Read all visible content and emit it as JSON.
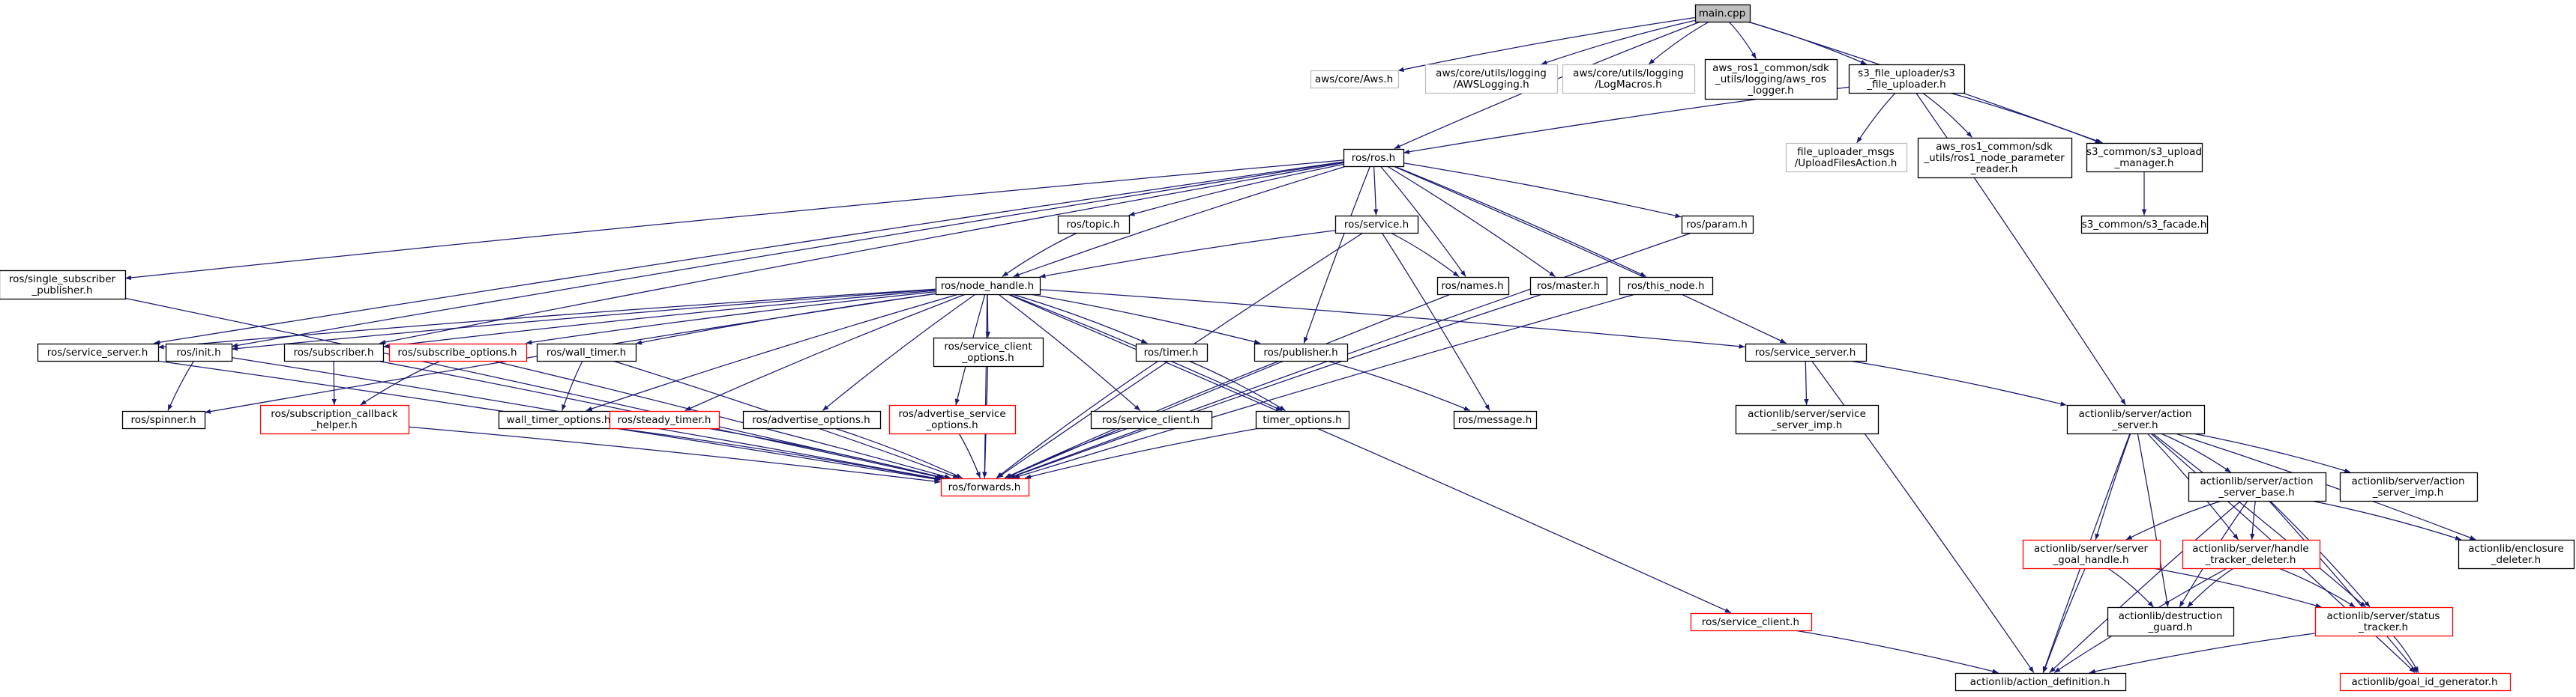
{
  "colors": {
    "edge": "#191970",
    "border_normal": "#000000",
    "border_missing": "#bfbfbf",
    "border_truncated": "#ff0000",
    "root_fill": "#bfbfbf",
    "text_normal": "#000000",
    "text_missing": "#000000"
  },
  "nodes": [
    {
      "id": "main",
      "lines": [
        "main.cpp"
      ],
      "kind": "root"
    },
    {
      "id": "aws_core",
      "lines": [
        "aws/core/Aws.h"
      ],
      "kind": "missing"
    },
    {
      "id": "aws_logging",
      "lines": [
        "aws/core/utils/logging",
        "/AWSLogging.h"
      ],
      "kind": "missing"
    },
    {
      "id": "aws_logmacros",
      "lines": [
        "aws/core/utils/logging",
        "/LogMacros.h"
      ],
      "kind": "missing"
    },
    {
      "id": "aws_ros_logger",
      "lines": [
        "aws_ros1_common/sdk",
        "_utils/logging/aws_ros",
        "_logger.h"
      ],
      "kind": "normal"
    },
    {
      "id": "s3_file_uploader",
      "lines": [
        "s3_file_uploader/s3",
        "_file_uploader.h"
      ],
      "kind": "normal"
    },
    {
      "id": "ros_ros",
      "lines": [
        "ros/ros.h"
      ],
      "kind": "normal"
    },
    {
      "id": "upload_files_action",
      "lines": [
        "file_uploader_msgs",
        "/UploadFilesAction.h"
      ],
      "kind": "missing"
    },
    {
      "id": "param_reader",
      "lines": [
        "aws_ros1_common/sdk",
        "_utils/ros1_node_parameter",
        "_reader.h"
      ],
      "kind": "normal"
    },
    {
      "id": "s3_upload_manager",
      "lines": [
        "s3_common/s3_upload",
        "_manager.h"
      ],
      "kind": "normal"
    },
    {
      "id": "s3_facade",
      "lines": [
        "s3_common/s3_facade.h"
      ],
      "kind": "normal"
    },
    {
      "id": "single_sub_pub",
      "lines": [
        "ros/single_subscriber",
        "_publisher.h"
      ],
      "kind": "normal"
    },
    {
      "id": "ros_topic",
      "lines": [
        "ros/topic.h"
      ],
      "kind": "normal"
    },
    {
      "id": "ros_service",
      "lines": [
        "ros/service.h"
      ],
      "kind": "normal"
    },
    {
      "id": "ros_param",
      "lines": [
        "ros/param.h"
      ],
      "kind": "normal"
    },
    {
      "id": "ros_node_handle",
      "lines": [
        "ros/node_handle.h"
      ],
      "kind": "normal"
    },
    {
      "id": "ros_names",
      "lines": [
        "ros/names.h"
      ],
      "kind": "normal"
    },
    {
      "id": "ros_master",
      "lines": [
        "ros/master.h"
      ],
      "kind": "normal"
    },
    {
      "id": "ros_this_node",
      "lines": [
        "ros/this_node.h"
      ],
      "kind": "normal"
    },
    {
      "id": "ros_service_server_l",
      "lines": [
        "ros/service_server.h"
      ],
      "kind": "normal"
    },
    {
      "id": "ros_init",
      "lines": [
        "ros/init.h"
      ],
      "kind": "normal"
    },
    {
      "id": "ros_subscriber",
      "lines": [
        "ros/subscriber.h"
      ],
      "kind": "normal"
    },
    {
      "id": "ros_subscribe_options",
      "lines": [
        "ros/subscribe_options.h"
      ],
      "kind": "truncated"
    },
    {
      "id": "ros_wall_timer",
      "lines": [
        "ros/wall_timer.h"
      ],
      "kind": "normal"
    },
    {
      "id": "ros_service_client_options",
      "lines": [
        "ros/service_client",
        "_options.h"
      ],
      "kind": "normal"
    },
    {
      "id": "ros_timer",
      "lines": [
        "ros/timer.h"
      ],
      "kind": "normal"
    },
    {
      "id": "ros_publisher",
      "lines": [
        "ros/publisher.h"
      ],
      "kind": "normal"
    },
    {
      "id": "ros_service_server_r",
      "lines": [
        "ros/service_server.h"
      ],
      "kind": "normal"
    },
    {
      "id": "ros_spinner",
      "lines": [
        "ros/spinner.h"
      ],
      "kind": "normal"
    },
    {
      "id": "ros_sub_cb_helper",
      "lines": [
        "ros/subscription_callback",
        "_helper.h"
      ],
      "kind": "truncated"
    },
    {
      "id": "wall_timer_options",
      "lines": [
        "wall_timer_options.h"
      ],
      "kind": "normal"
    },
    {
      "id": "ros_steady_timer",
      "lines": [
        "ros/steady_timer.h"
      ],
      "kind": "truncated"
    },
    {
      "id": "ros_advertise_options",
      "lines": [
        "ros/advertise_options.h"
      ],
      "kind": "normal"
    },
    {
      "id": "ros_advertise_service_options",
      "lines": [
        "ros/advertise_service",
        "_options.h"
      ],
      "kind": "truncated"
    },
    {
      "id": "ros_service_client_h",
      "lines": [
        "ros/service_client.h"
      ],
      "kind": "normal"
    },
    {
      "id": "timer_options",
      "lines": [
        "timer_options.h"
      ],
      "kind": "normal"
    },
    {
      "id": "ros_message",
      "lines": [
        "ros/message.h"
      ],
      "kind": "normal"
    },
    {
      "id": "service_server_imp",
      "lines": [
        "actionlib/server/service",
        "_server_imp.h"
      ],
      "kind": "normal"
    },
    {
      "id": "ros_forwards",
      "lines": [
        "ros/forwards.h"
      ],
      "kind": "truncated"
    },
    {
      "id": "action_server",
      "lines": [
        "actionlib/server/action",
        "_server.h"
      ],
      "kind": "normal"
    },
    {
      "id": "action_server_base",
      "lines": [
        "actionlib/server/action",
        "_server_base.h"
      ],
      "kind": "normal"
    },
    {
      "id": "action_server_imp",
      "lines": [
        "actionlib/server/action",
        "_server_imp.h"
      ],
      "kind": "normal"
    },
    {
      "id": "server_goal_handle",
      "lines": [
        "actionlib/server/server",
        "_goal_handle.h"
      ],
      "kind": "truncated"
    },
    {
      "id": "handle_tracker_deleter",
      "lines": [
        "actionlib/server/handle",
        "_tracker_deleter.h"
      ],
      "kind": "truncated"
    },
    {
      "id": "enclosure_deleter",
      "lines": [
        "actionlib/enclosure",
        "_deleter.h"
      ],
      "kind": "normal"
    },
    {
      "id": "destruction_guard",
      "lines": [
        "actionlib/destruction",
        "_guard.h"
      ],
      "kind": "normal"
    },
    {
      "id": "status_tracker",
      "lines": [
        "actionlib/server/status",
        "_tracker.h"
      ],
      "kind": "truncated"
    },
    {
      "id": "ros_service_client_red",
      "lines": [
        "ros/service_client.h"
      ],
      "kind": "truncated"
    },
    {
      "id": "action_definition",
      "lines": [
        "actionlib/action_definition.h"
      ],
      "kind": "normal"
    },
    {
      "id": "goal_id_generator",
      "lines": [
        "actionlib/goal_id_generator.h"
      ],
      "kind": "truncated"
    }
  ],
  "edges": [
    [
      "main",
      "aws_core"
    ],
    [
      "main",
      "aws_logging"
    ],
    [
      "main",
      "aws_logmacros"
    ],
    [
      "main",
      "aws_ros_logger"
    ],
    [
      "main",
      "s3_file_uploader"
    ],
    [
      "main",
      "ros_ros"
    ],
    [
      "main",
      "s3_upload_manager"
    ],
    [
      "s3_file_uploader",
      "ros_ros"
    ],
    [
      "s3_file_uploader",
      "upload_files_action"
    ],
    [
      "s3_file_uploader",
      "param_reader"
    ],
    [
      "s3_file_uploader",
      "s3_upload_manager"
    ],
    [
      "s3_file_uploader",
      "action_server"
    ],
    [
      "s3_upload_manager",
      "s3_facade"
    ],
    [
      "ros_ros",
      "single_sub_pub"
    ],
    [
      "ros_ros",
      "ros_service_server_l"
    ],
    [
      "ros_ros",
      "ros_init"
    ],
    [
      "ros_ros",
      "ros_subscriber"
    ],
    [
      "ros_ros",
      "ros_topic"
    ],
    [
      "ros_ros",
      "ros_node_handle"
    ],
    [
      "ros_ros",
      "ros_service"
    ],
    [
      "ros_ros",
      "ros_publisher"
    ],
    [
      "ros_ros",
      "ros_names"
    ],
    [
      "ros_ros",
      "ros_master"
    ],
    [
      "ros_ros",
      "ros_this_node"
    ],
    [
      "ros_ros",
      "ros_param"
    ],
    [
      "ros_ros",
      "ros_service_server_r"
    ],
    [
      "ros_topic",
      "ros_node_handle"
    ],
    [
      "ros_service",
      "ros_node_handle"
    ],
    [
      "ros_service",
      "ros_names"
    ],
    [
      "ros_service",
      "ros_message"
    ],
    [
      "ros_service",
      "ros_forwards"
    ],
    [
      "ros_node_handle",
      "ros_service_server_l"
    ],
    [
      "ros_node_handle",
      "ros_init"
    ],
    [
      "ros_node_handle",
      "ros_spinner"
    ],
    [
      "ros_node_handle",
      "ros_subscriber"
    ],
    [
      "ros_node_handle",
      "ros_subscribe_options"
    ],
    [
      "ros_node_handle",
      "ros_wall_timer"
    ],
    [
      "ros_node_handle",
      "wall_timer_options"
    ],
    [
      "ros_node_handle",
      "ros_steady_timer"
    ],
    [
      "ros_node_handle",
      "ros_advertise_options"
    ],
    [
      "ros_node_handle",
      "ros_advertise_service_options"
    ],
    [
      "ros_node_handle",
      "ros_service_client_options"
    ],
    [
      "ros_node_handle",
      "ros_service_client_h"
    ],
    [
      "ros_node_handle",
      "ros_timer"
    ],
    [
      "ros_node_handle",
      "timer_options"
    ],
    [
      "ros_node_handle",
      "ros_publisher"
    ],
    [
      "ros_node_handle",
      "ros_service_server_r"
    ],
    [
      "ros_node_handle",
      "ros_service_client_red"
    ],
    [
      "ros_node_handle",
      "ros_forwards"
    ],
    [
      "single_sub_pub",
      "ros_forwards"
    ],
    [
      "ros_service_server_l",
      "ros_forwards"
    ],
    [
      "ros_init",
      "ros_spinner"
    ],
    [
      "ros_init",
      "ros_forwards"
    ],
    [
      "ros_subscriber",
      "ros_sub_cb_helper"
    ],
    [
      "ros_subscriber",
      "ros_forwards"
    ],
    [
      "ros_subscribe_options",
      "ros_sub_cb_helper"
    ],
    [
      "ros_subscribe_options",
      "ros_forwards"
    ],
    [
      "ros_wall_timer",
      "wall_timer_options"
    ],
    [
      "ros_wall_timer",
      "ros_forwards"
    ],
    [
      "ros_sub_cb_helper",
      "ros_forwards"
    ],
    [
      "wall_timer_options",
      "ros_forwards"
    ],
    [
      "ros_steady_timer",
      "ros_forwards"
    ],
    [
      "ros_advertise_options",
      "ros_forwards"
    ],
    [
      "ros_advertise_service_options",
      "ros_forwards"
    ],
    [
      "ros_service_client_options",
      "ros_forwards"
    ],
    [
      "ros_service_client_h",
      "ros_forwards"
    ],
    [
      "ros_timer",
      "timer_options"
    ],
    [
      "ros_timer",
      "ros_forwards"
    ],
    [
      "timer_options",
      "ros_forwards"
    ],
    [
      "ros_publisher",
      "ros_message"
    ],
    [
      "ros_publisher",
      "ros_forwards"
    ],
    [
      "ros_names",
      "ros_forwards"
    ],
    [
      "ros_master",
      "ros_forwards"
    ],
    [
      "ros_this_node",
      "ros_forwards"
    ],
    [
      "ros_param",
      "ros_forwards"
    ],
    [
      "ros_service_server_r",
      "service_server_imp"
    ],
    [
      "ros_service_server_r",
      "action_server"
    ],
    [
      "ros_service_server_r",
      "action_definition"
    ],
    [
      "action_server",
      "action_server_base"
    ],
    [
      "action_server",
      "action_server_imp"
    ],
    [
      "action_server",
      "server_goal_handle"
    ],
    [
      "action_server",
      "handle_tracker_deleter"
    ],
    [
      "action_server",
      "enclosure_deleter"
    ],
    [
      "action_server",
      "destruction_guard"
    ],
    [
      "action_server",
      "status_tracker"
    ],
    [
      "action_server",
      "action_definition"
    ],
    [
      "action_server",
      "goal_id_generator"
    ],
    [
      "action_server_base",
      "server_goal_handle"
    ],
    [
      "action_server_base",
      "handle_tracker_deleter"
    ],
    [
      "action_server_base",
      "enclosure_deleter"
    ],
    [
      "action_server_base",
      "destruction_guard"
    ],
    [
      "action_server_base",
      "status_tracker"
    ],
    [
      "action_server_base",
      "action_definition"
    ],
    [
      "action_server_base",
      "goal_id_generator"
    ],
    [
      "server_goal_handle",
      "destruction_guard"
    ],
    [
      "server_goal_handle",
      "status_tracker"
    ],
    [
      "server_goal_handle",
      "action_definition"
    ],
    [
      "handle_tracker_deleter",
      "destruction_guard"
    ],
    [
      "handle_tracker_deleter",
      "status_tracker"
    ],
    [
      "handle_tracker_deleter",
      "action_definition"
    ],
    [
      "status_tracker",
      "action_definition"
    ],
    [
      "status_tracker",
      "goal_id_generator"
    ],
    [
      "ros_service_client_red",
      "action_definition"
    ]
  ]
}
